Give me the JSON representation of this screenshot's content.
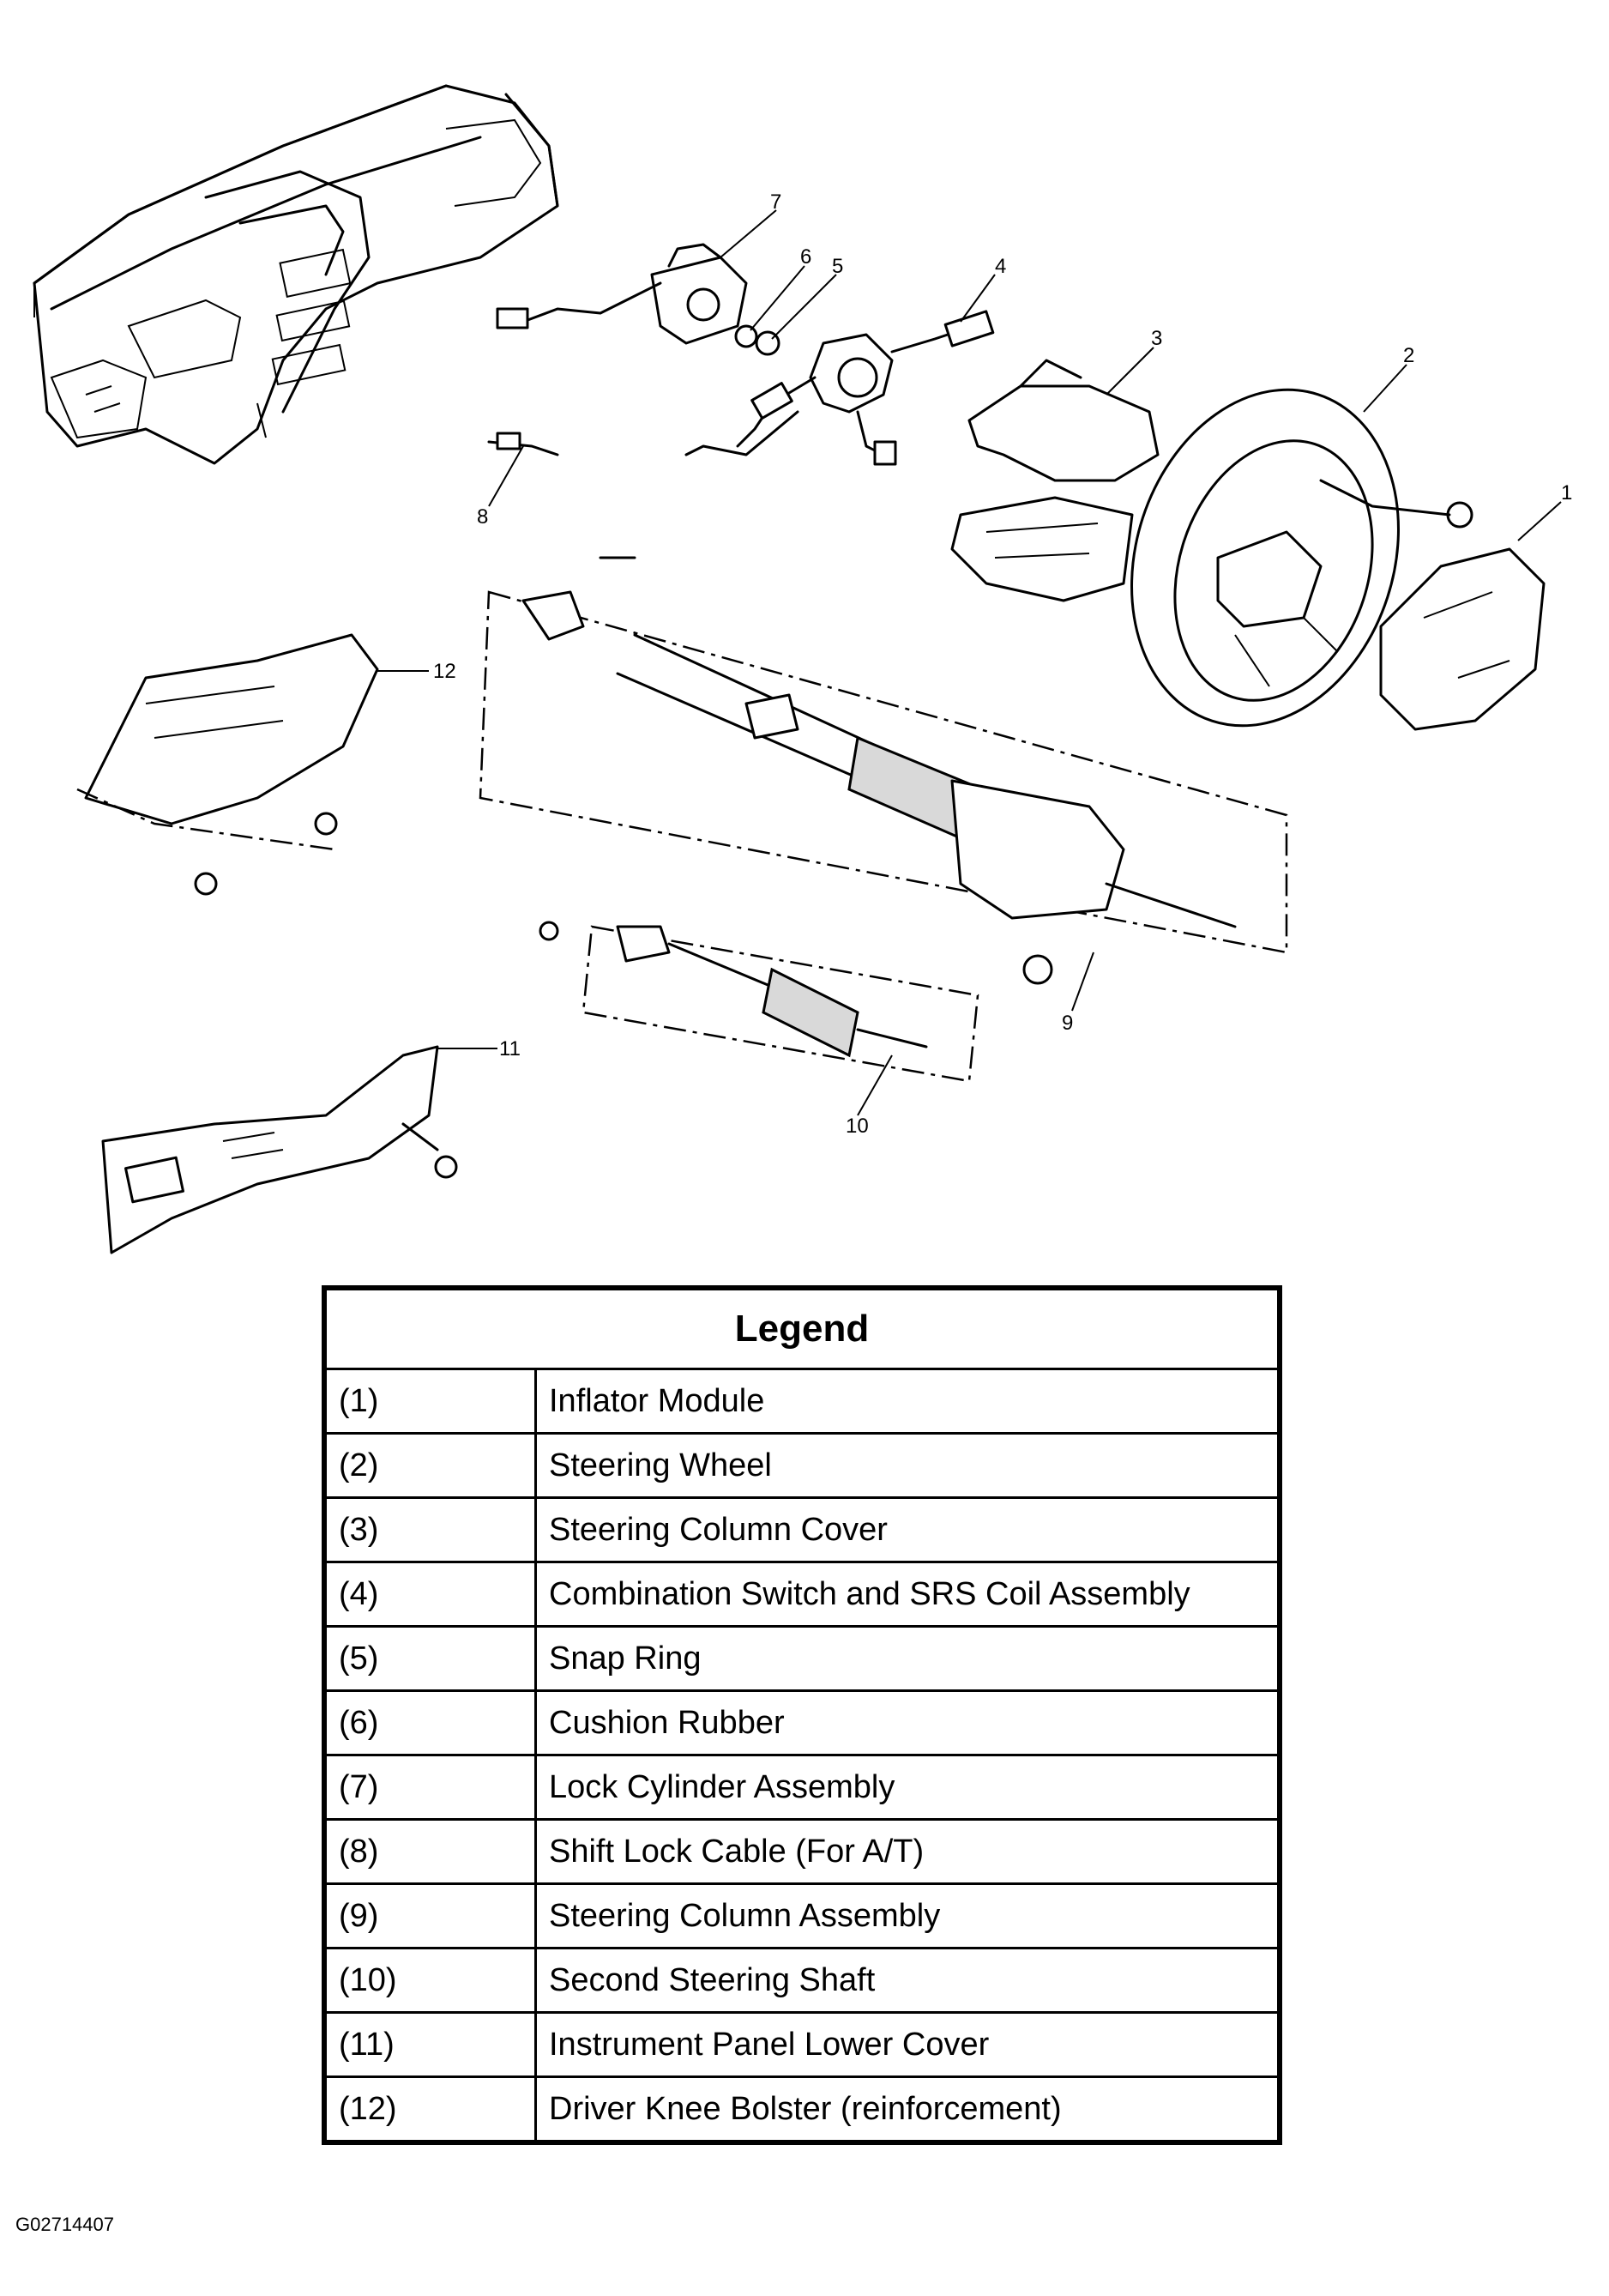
{
  "callouts": [
    "1",
    "2",
    "3",
    "4",
    "5",
    "6",
    "7",
    "8",
    "9",
    "10",
    "11",
    "12"
  ],
  "legend": {
    "title": "Legend",
    "rows": [
      {
        "num": "(1)",
        "label": "Inflator Module"
      },
      {
        "num": "(2)",
        "label": "Steering Wheel"
      },
      {
        "num": "(3)",
        "label": "Steering Column Cover"
      },
      {
        "num": "(4)",
        "label": "Combination Switch and SRS Coil Assembly"
      },
      {
        "num": "(5)",
        "label": "Snap Ring"
      },
      {
        "num": "(6)",
        "label": "Cushion Rubber"
      },
      {
        "num": "(7)",
        "label": "Lock Cylinder Assembly"
      },
      {
        "num": "(8)",
        "label": "Shift Lock Cable (For A/T)"
      },
      {
        "num": "(9)",
        "label": "Steering Column Assembly"
      },
      {
        "num": "(10)",
        "label": "Second Steering Shaft"
      },
      {
        "num": "(11)",
        "label": "Instrument Panel Lower Cover"
      },
      {
        "num": "(12)",
        "label": "Driver Knee Bolster (reinforcement)"
      }
    ]
  },
  "figure_id": "G02714407"
}
